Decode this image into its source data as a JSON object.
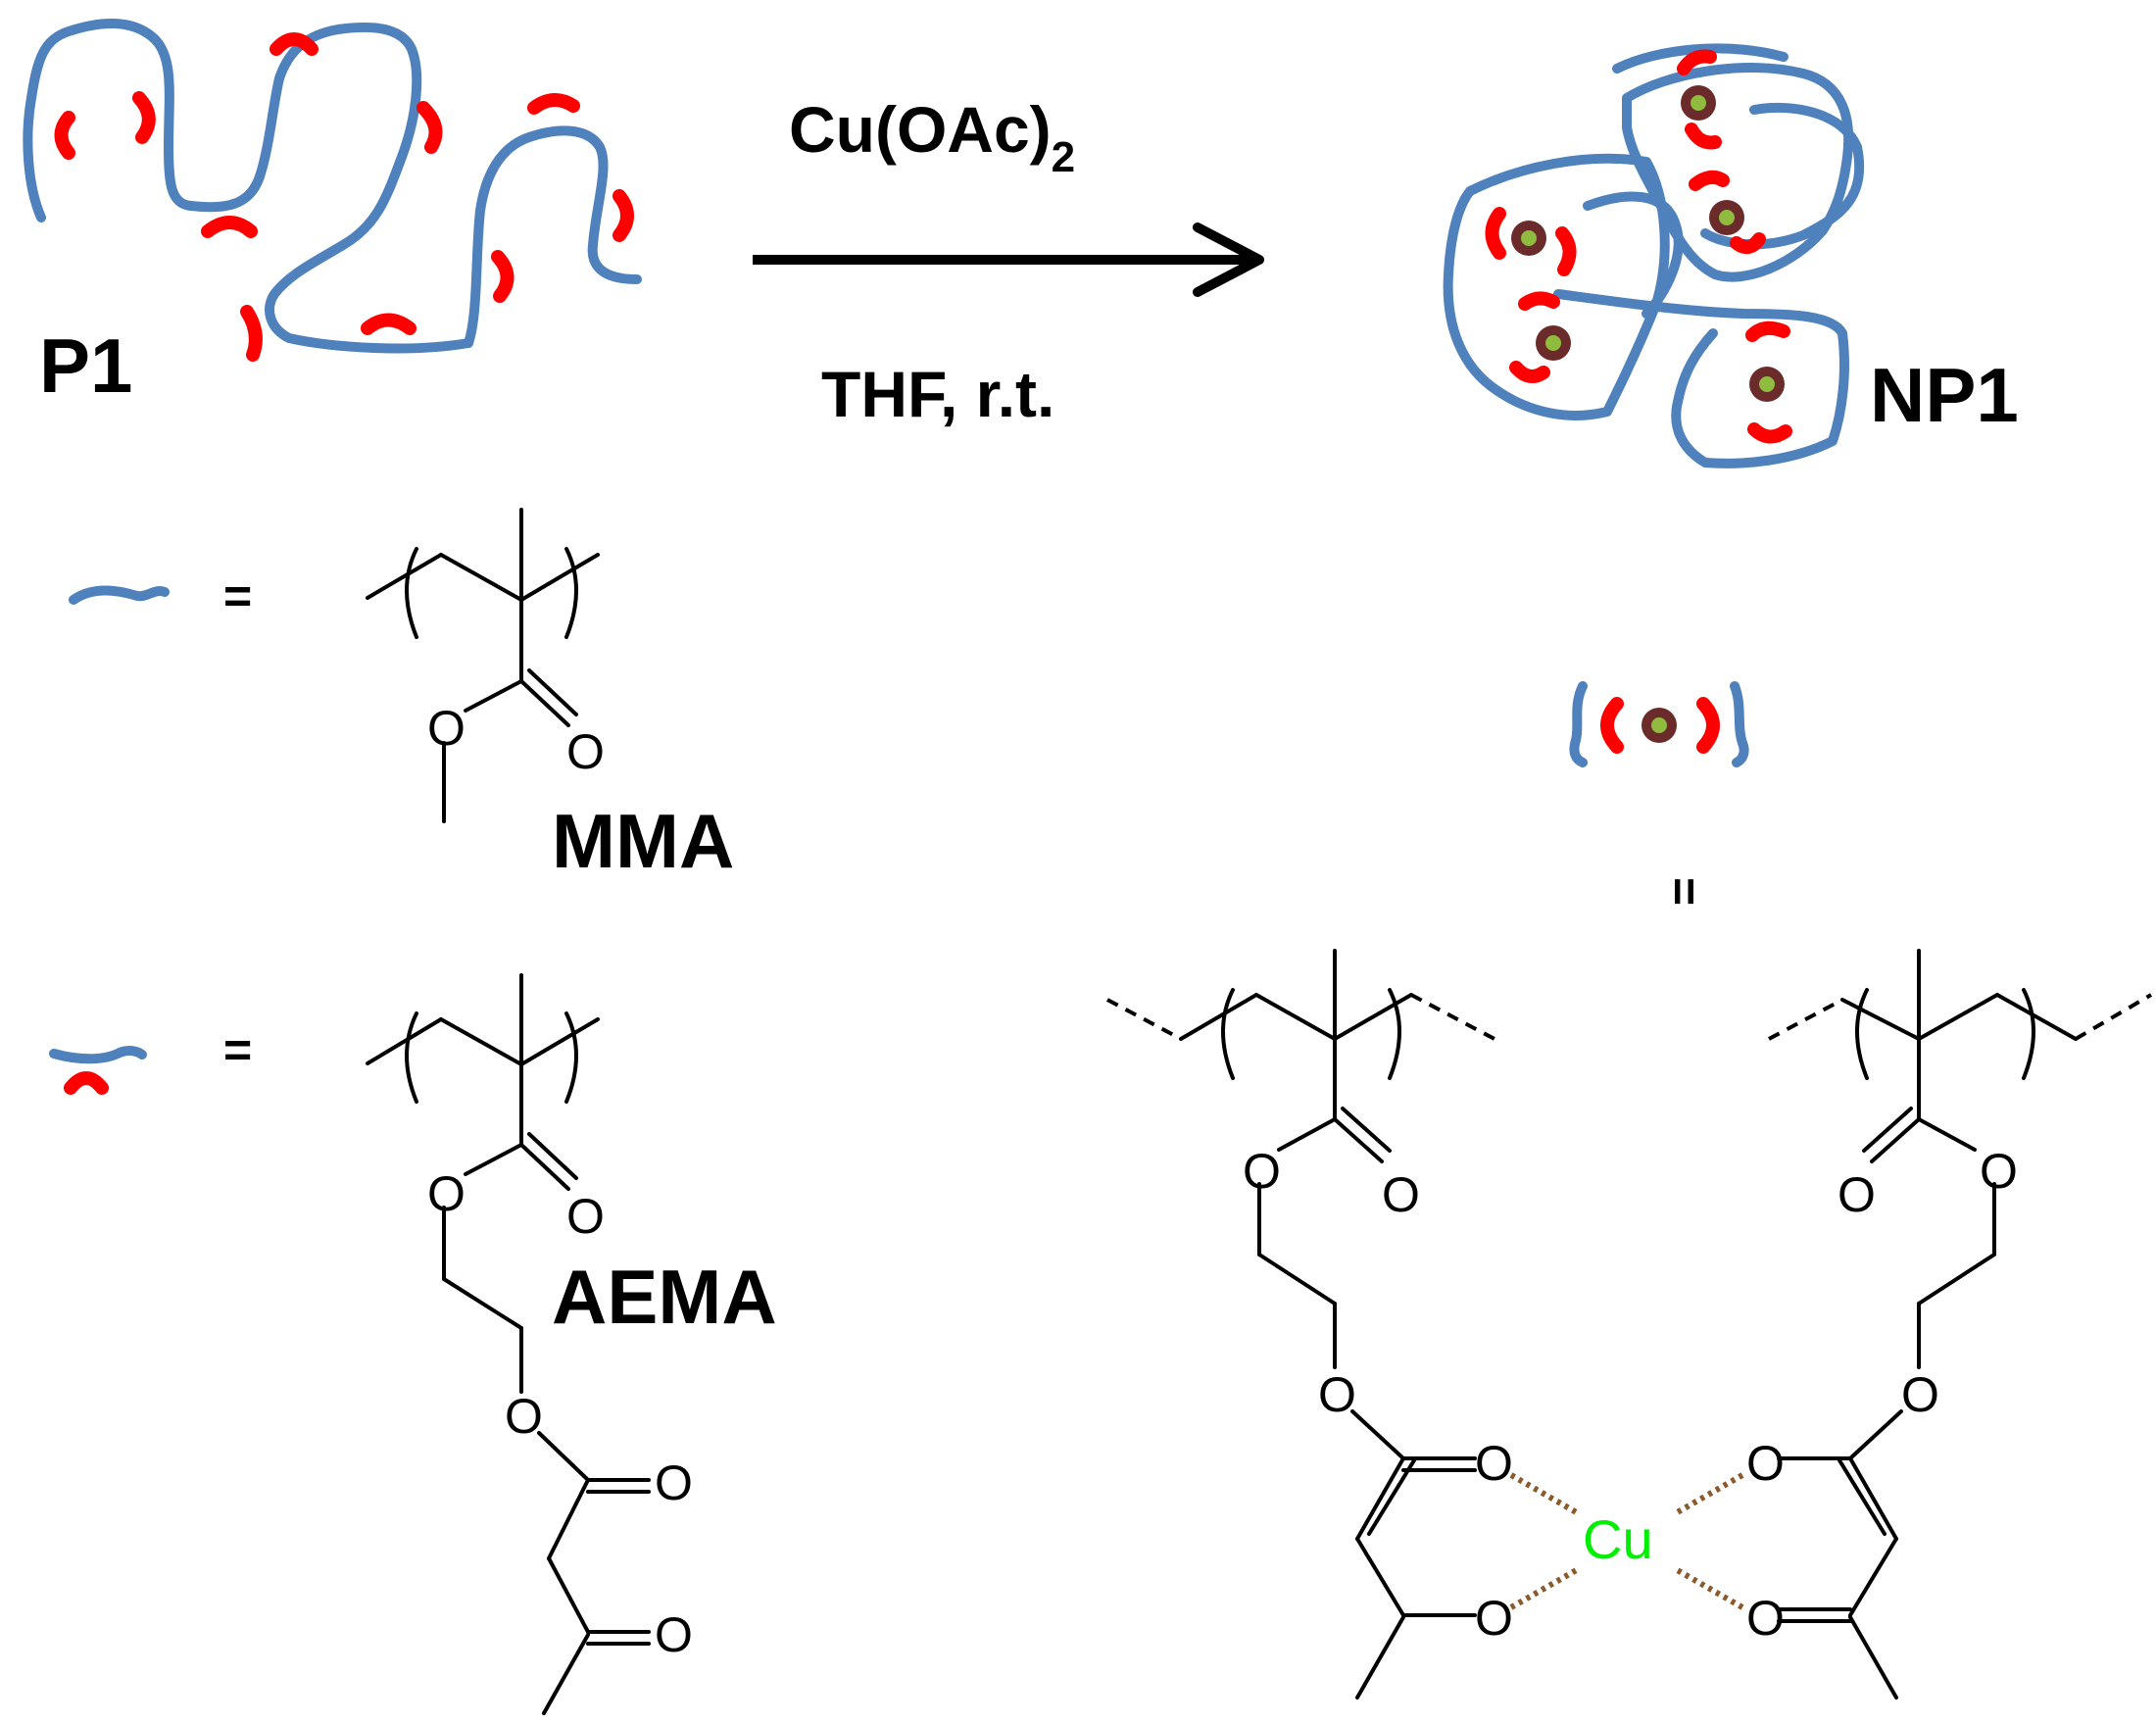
{
  "reaction": {
    "reagent_main": "Cu(OAc)",
    "reagent_subscript": "2",
    "conditions": "THF, r.t."
  },
  "labels": {
    "polymer": "P1",
    "nanoparticle": "NP1",
    "mma": "MMA",
    "aema": "AEMA",
    "equals": "=",
    "equals_vertical": "="
  },
  "atoms": {
    "oxygen": "O",
    "copper": "Cu"
  },
  "colors": {
    "chain": "#4f81bd",
    "ligand": "#ff0000",
    "copper_text": "#00ee00",
    "metal_center_outer": "#6b2b2b",
    "metal_center_inner": "#8fbc3f",
    "coordination_bond": "#8b5a2b"
  }
}
